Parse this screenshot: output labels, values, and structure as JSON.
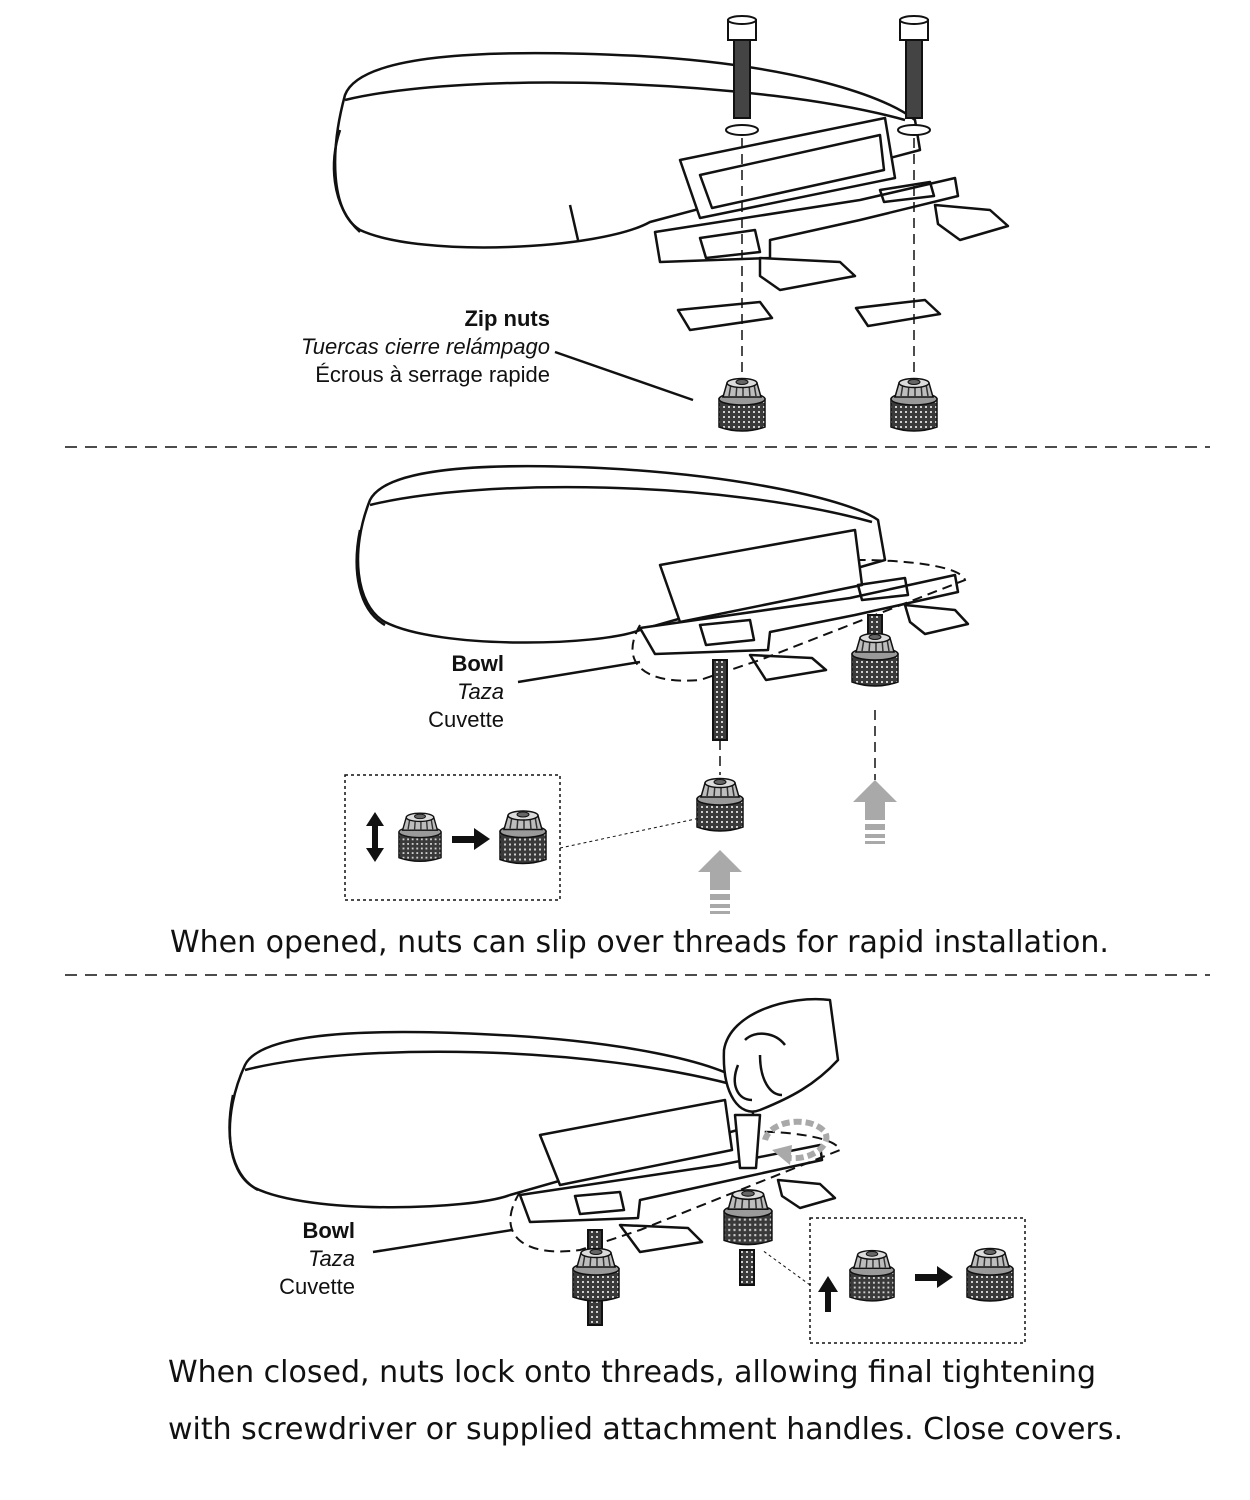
{
  "panels": [
    {
      "callout": {
        "en": "Zip nuts",
        "es": "Tuercas cierre relámpago",
        "fr": "Écrous à serrage rapide"
      }
    },
    {
      "callout": {
        "en": "Bowl",
        "es": "Taza",
        "fr": "Cuvette"
      },
      "caption": "When opened, nuts can slip over threads for rapid installation."
    },
    {
      "callout": {
        "en": "Bowl",
        "es": "Taza",
        "fr": "Cuvette"
      },
      "caption_line1": "When closed, nuts lock onto threads, allowing final tightening",
      "caption_line2": "with screwdriver or supplied attachment handles. Close covers."
    }
  ],
  "colors": {
    "line": "#111111",
    "arrow_gray": "#a9a9a9",
    "nut_dark": "#2e2e2e"
  }
}
